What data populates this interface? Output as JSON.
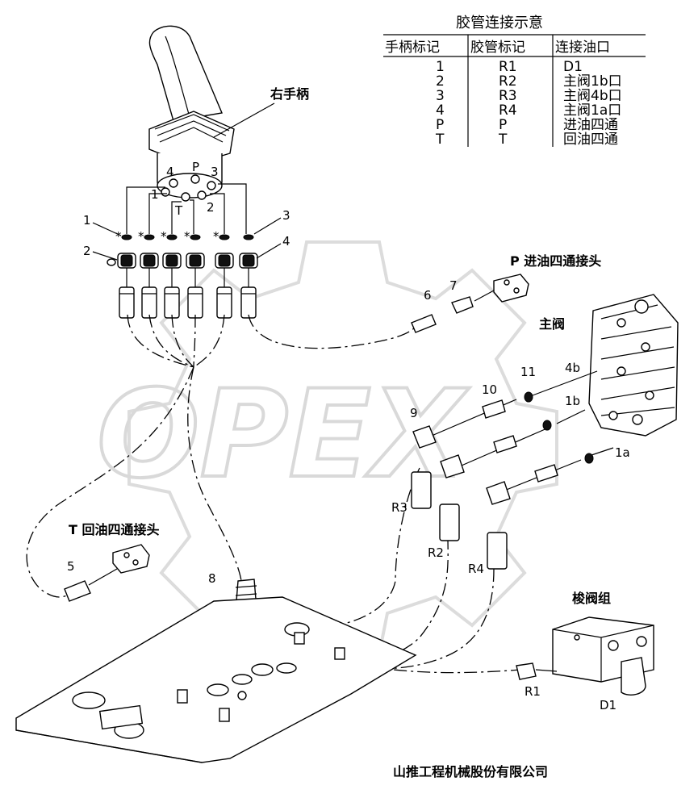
{
  "title": "胶管连接示意",
  "table": {
    "headers": [
      "手柄标记",
      "胶管标记",
      "连接油口"
    ],
    "rows": [
      [
        "1",
        "R1",
        "D1"
      ],
      [
        "2",
        "R2",
        "主阀1b口"
      ],
      [
        "3",
        "R3",
        "主阀4b口"
      ],
      [
        "4",
        "R4",
        "主阀1a口"
      ],
      [
        "P",
        "P",
        "进油四通"
      ],
      [
        "T",
        "T",
        "回油四通"
      ]
    ]
  },
  "labels": {
    "right_handle": "右手柄",
    "p_tee": "P  进油四通接头",
    "t_tee": "T  回油四通接头",
    "main_valve": "主阀",
    "shuttle_valve": "梭阀组",
    "company": "山推工程机械股份有限公司",
    "watermark": "OPEX"
  },
  "port_labels": {
    "p4": "4",
    "pP": "P",
    "p3": "3",
    "p1": "1",
    "pT": "T",
    "p2": "2"
  },
  "callouts": {
    "c1": "1",
    "c2": "2",
    "c3": "3",
    "c4": "4",
    "c5": "5",
    "c6": "6",
    "c7": "7",
    "c8": "8",
    "c9": "9",
    "c10": "10",
    "c11": "11"
  },
  "hose_labels": {
    "R1": "R1",
    "R2": "R2",
    "R3": "R3",
    "R4": "R4",
    "D1": "D1",
    "v4b": "4b",
    "v1b": "1b",
    "v1a": "1a"
  }
}
